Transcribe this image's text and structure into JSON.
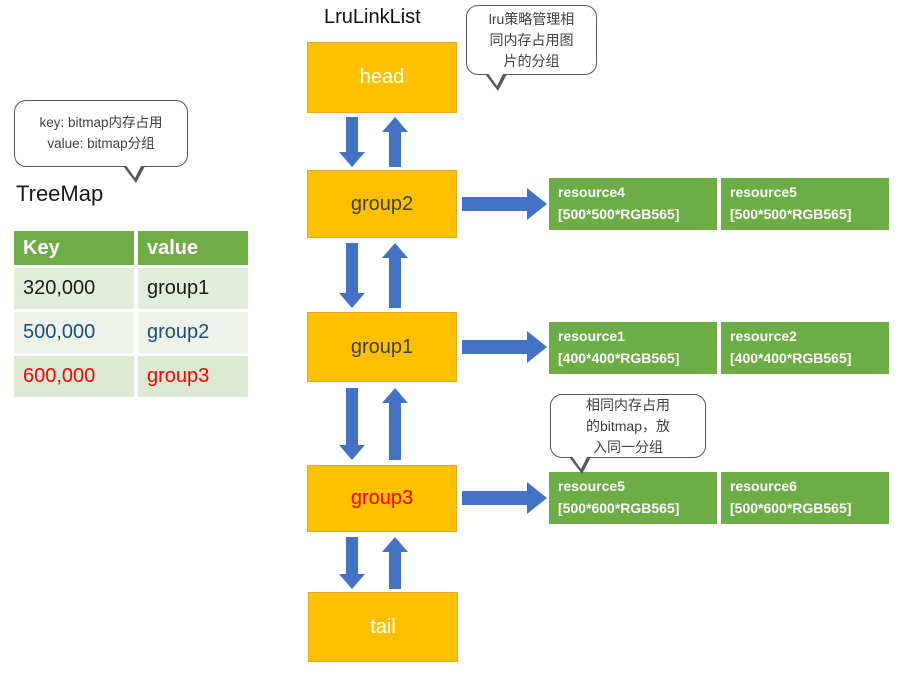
{
  "title": "LruLinkList",
  "treemap_label": "TreeMap",
  "colors": {
    "node_fill": "#FFC000",
    "resource_fill": "#6CAE45",
    "arrow_blue": "#4472C4",
    "table_header_green": "#70AD47",
    "red": "#FF0000",
    "dark_blue": "#1F4E79",
    "white": "#FFFFFF",
    "dark_gray": "#404040"
  },
  "bubbles": {
    "treemap_note": {
      "lines": [
        "key:  bitmap内存占用",
        "value: bitmap分组"
      ]
    },
    "lru_note": {
      "lines": [
        "lru策略管理相",
        "同内存占用图",
        "片的分组"
      ]
    },
    "group_note": {
      "lines": [
        "相同内存占用",
        "的bitmap，放",
        "入同一分组"
      ]
    }
  },
  "table": {
    "headers": [
      "Key",
      "value"
    ],
    "rows": [
      {
        "key": "320,000",
        "value": "group1",
        "text_color": "#1a1a1a"
      },
      {
        "key": "500,000",
        "value": "group2",
        "text_color": "#1F4E79"
      },
      {
        "key": "600,000",
        "value": "group3",
        "text_color": "#FF0000"
      }
    ]
  },
  "nodes": [
    {
      "id": "head",
      "label": "head",
      "text_color": "#FFFFFF"
    },
    {
      "id": "group2",
      "label": "group2",
      "text_color": "#404040"
    },
    {
      "id": "group1",
      "label": "group1",
      "text_color": "#404040"
    },
    {
      "id": "group3",
      "label": "group3",
      "text_color": "#FF0000"
    },
    {
      "id": "tail",
      "label": "tail",
      "text_color": "#FFFFFF"
    }
  ],
  "resource_rows": [
    {
      "for_group": "group2",
      "items": [
        {
          "name": "resource4",
          "spec": "[500*500*RGB565]"
        },
        {
          "name": "resource5",
          "spec": "[500*500*RGB565]"
        }
      ]
    },
    {
      "for_group": "group1",
      "items": [
        {
          "name": "resource1",
          "spec": "[400*400*RGB565]"
        },
        {
          "name": "resource2",
          "spec": "[400*400*RGB565]"
        }
      ]
    },
    {
      "for_group": "group3",
      "items": [
        {
          "name": "resource5",
          "spec": "[500*600*RGB565]"
        },
        {
          "name": "resource6",
          "spec": "[500*600*RGB565]"
        }
      ]
    }
  ]
}
